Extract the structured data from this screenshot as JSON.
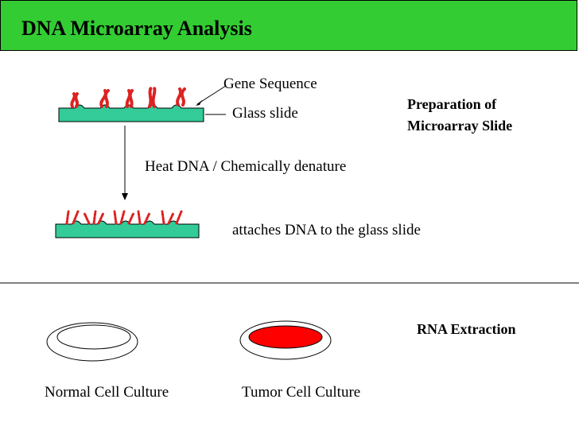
{
  "header": {
    "title": "DNA Microarray Analysis"
  },
  "top_section": {
    "gene_sequence_label": "Gene Sequence",
    "glass_slide_label": "Glass slide",
    "step_label": "Heat DNA / Chemically denature",
    "attach_label": "attaches DNA to the glass slide",
    "section_title_line1": "Preparation of",
    "section_title_line2": "Microarray Slide"
  },
  "bottom_section": {
    "section_title": "RNA Extraction",
    "normal_label": "Normal Cell Culture",
    "tumor_label": "Tumor Cell Culture"
  },
  "colors": {
    "title_bar": "#33cc33",
    "slide": "#33cc99",
    "dna": "#dd2222",
    "tumor_fill": "#ff0000"
  }
}
